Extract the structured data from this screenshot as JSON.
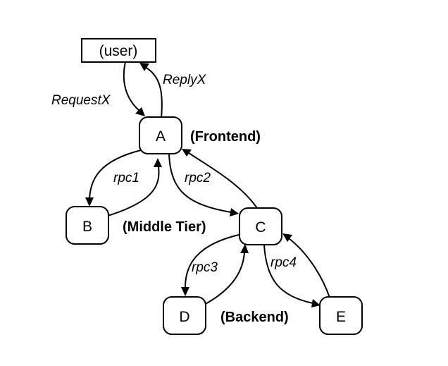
{
  "nodes": {
    "user": "(user)",
    "a": "A",
    "b": "B",
    "c": "C",
    "d": "D",
    "e": "E"
  },
  "tiers": {
    "frontend": "(Frontend)",
    "middle": "(Middle Tier)",
    "backend": "(Backend)"
  },
  "edges": {
    "request": "RequestX",
    "reply": "ReplyX",
    "rpc1": "rpc1",
    "rpc2": "rpc2",
    "rpc3": "rpc3",
    "rpc4": "rpc4"
  }
}
